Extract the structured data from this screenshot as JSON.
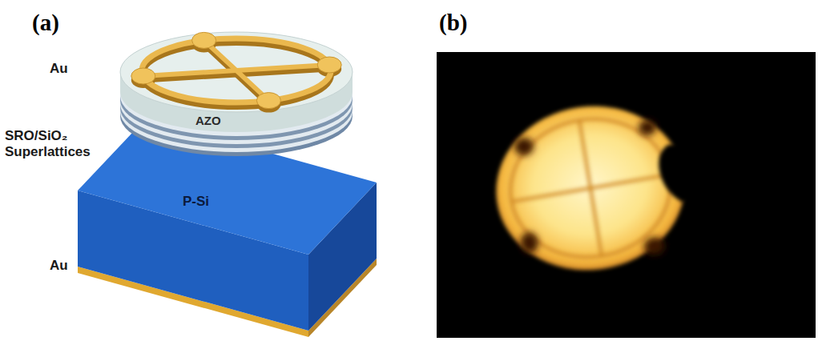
{
  "diagram": {
    "labels": [
      "(a)",
      "(b)",
      "Au",
      "SRO/SiO₂ Superlattices",
      "AZO",
      "P-Si",
      "Au"
    ]
  }
}
